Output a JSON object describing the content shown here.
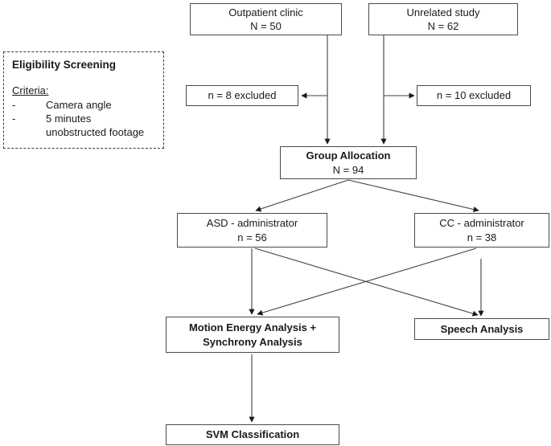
{
  "diagram": {
    "background_color": "#ffffff",
    "line_color": "#3f3f3f",
    "box_border_color": "#4a4a4a",
    "text_color": "#1a1a1a",
    "boxes": {
      "outpatient": {
        "line1": "Outpatient clinic",
        "line2": "N = 50"
      },
      "unrelated": {
        "line1": "Unrelated study",
        "line2": "N = 62"
      },
      "excluded_left": {
        "line1": "n = 8 excluded"
      },
      "excluded_right": {
        "line1": "n = 10 excluded"
      },
      "group": {
        "line1": "Group Allocation",
        "line2": "N = 94"
      },
      "asd": {
        "line1": "ASD - administrator",
        "line2": "n = 56"
      },
      "cc": {
        "line1": "CC - administrator",
        "line2": "n = 38"
      },
      "motion": {
        "line1": "Motion Energy Analysis +",
        "line2": "Synchrony Analysis"
      },
      "speech": {
        "line1": "Speech Analysis"
      },
      "svm": {
        "line1": "SVM Classification"
      }
    },
    "eligibility": {
      "title": "Eligibility Screening",
      "criteria_label": "Criteria:",
      "bullet": "-",
      "item1": "Camera angle",
      "item2_line1": "5 minutes",
      "item2_line2": "unobstructed footage"
    }
  }
}
